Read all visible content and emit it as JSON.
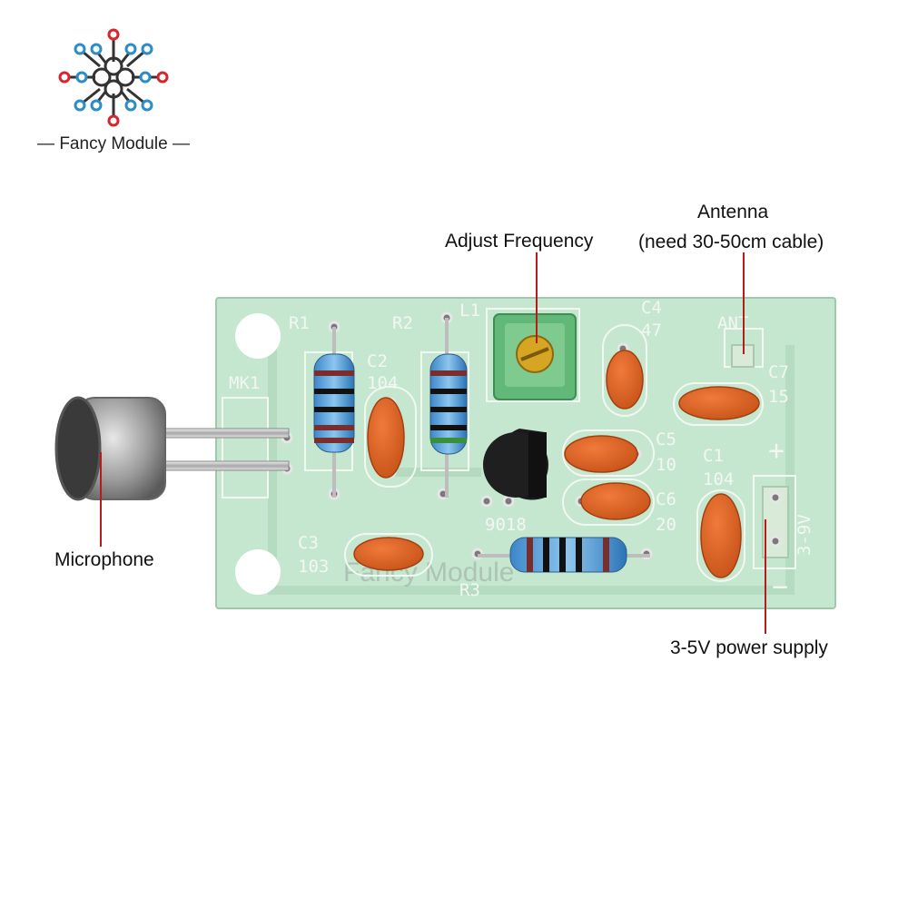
{
  "brand": {
    "name": "Fancy Module",
    "watermark": "Fancy Module",
    "logo_colors": {
      "red": "#d8252b",
      "blue": "#2a8cc8",
      "dark": "#333333"
    }
  },
  "callouts": {
    "adjust_frequency": "Adjust Frequency",
    "antenna_title": "Antenna",
    "antenna_note": "(need 30-50cm cable)",
    "microphone": "Microphone",
    "power_supply": "3-5V power supply"
  },
  "board": {
    "color": "#c5e6cf",
    "silkscreen": {
      "r1": "R1",
      "r2": "R2",
      "r3": "R3",
      "l1": "L1",
      "mk1": "MK1",
      "c1": "C1",
      "c1_value": "104",
      "c2": "C2",
      "c2_value": "104",
      "c3": "C3",
      "c3_value": "103",
      "c4": "C4",
      "c4_value": "47",
      "c5": "C5",
      "c5_value": "10",
      "c6": "C6",
      "c6_value": "20",
      "c7": "C7",
      "c7_value": "15",
      "ant": "ANT",
      "transistor": "9018",
      "plus": "+",
      "minus": "−",
      "voltage": "3-9V"
    }
  }
}
